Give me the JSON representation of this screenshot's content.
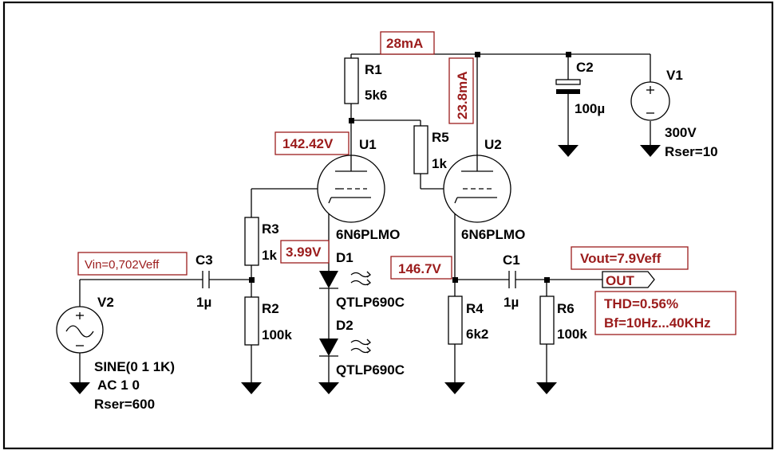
{
  "components": {
    "r1": {
      "name": "R1",
      "value": "5k6"
    },
    "r2": {
      "name": "R2",
      "value": "100k"
    },
    "r3": {
      "name": "R3",
      "value": "1k"
    },
    "r4": {
      "name": "R4",
      "value": "6k2"
    },
    "r5": {
      "name": "R5",
      "value": "1k"
    },
    "r6": {
      "name": "R6",
      "value": "100k"
    },
    "c1": {
      "name": "C1",
      "value": "1µ"
    },
    "c2": {
      "name": "C2",
      "value": "100µ"
    },
    "c3": {
      "name": "C3",
      "value": "1µ"
    },
    "u1": {
      "name": "U1",
      "model": "6N6PLMO"
    },
    "u2": {
      "name": "U2",
      "model": "6N6PLMO"
    },
    "d1": {
      "name": "D1",
      "model": "QTLP690C"
    },
    "d2": {
      "name": "D2",
      "model": "QTLP690C"
    },
    "v1": {
      "name": "V1",
      "value": "300V",
      "param": "Rser=10"
    },
    "v2": {
      "name": "V2",
      "line1": "SINE(0 1 1K)",
      "line2": "AC 1 0",
      "line3": "Rser=600"
    }
  },
  "annotations": {
    "i_total": "28mA",
    "i_u2": "23.8mA",
    "v_u1_anode": "142.42V",
    "v_cathode": "3.99V",
    "v_u2_cathode": "146.7V",
    "vin": "Vin=0,702Veff",
    "vout": "Vout=7.9Veff",
    "thd": "THD=0.56%",
    "bandwidth": "Bf=10Hz...40KHz"
  },
  "net_labels": {
    "out": "OUT"
  },
  "colors": {
    "annotation": "#9b1c1c",
    "wire": "#000000",
    "border": "#000000"
  }
}
